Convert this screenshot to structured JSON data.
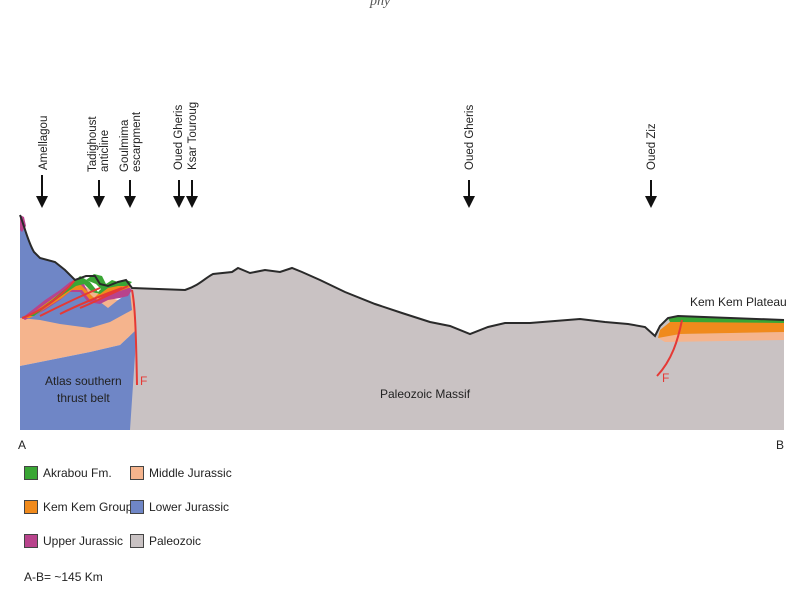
{
  "top_fragment": "phy",
  "localities": [
    "Amellagou",
    "Tadighoust anticline",
    "Goulmima escarpment",
    "Oued Gheris",
    "Ksar Touroug",
    "Oued Gheris",
    "Oued Ziz"
  ],
  "locality_lines": {
    "tadighoust": [
      "Tadighoust",
      "anticline"
    ],
    "goulmima": [
      "Goulmima",
      "escarpment"
    ]
  },
  "section_labels": {
    "atlas_line1": "Atlas southern",
    "atlas_line2": "thrust belt",
    "paleozoic_massif": "Paleozoic Massif",
    "kem_kem_plateau": "Kem Kem Plateau",
    "fault": "F",
    "end_a": "A",
    "end_b": "B"
  },
  "legend": [
    {
      "label": "Akrabou Fm.",
      "color": "#3aa635"
    },
    {
      "label": "Kem Kem Group",
      "color": "#f08a1c"
    },
    {
      "label": "Upper Jurassic",
      "color": "#b8438c"
    },
    {
      "label": "Middle Jurassic",
      "color": "#f5b48d"
    },
    {
      "label": "Lower Jurassic",
      "color": "#6f86c6"
    },
    {
      "label": "Paleozoic",
      "color": "#c9c2c3"
    }
  ],
  "scale_note": "A-B= ~145 Km",
  "colors": {
    "paleozoic": "#c9c2c3",
    "lower_jurassic": "#6f86c6",
    "middle_jurassic": "#f5b48d",
    "upper_jurassic": "#b8438c",
    "kem_kem": "#f08a1c",
    "akrabou": "#3aa635",
    "fault": "#e53935",
    "outline": "#2a2a2a"
  }
}
